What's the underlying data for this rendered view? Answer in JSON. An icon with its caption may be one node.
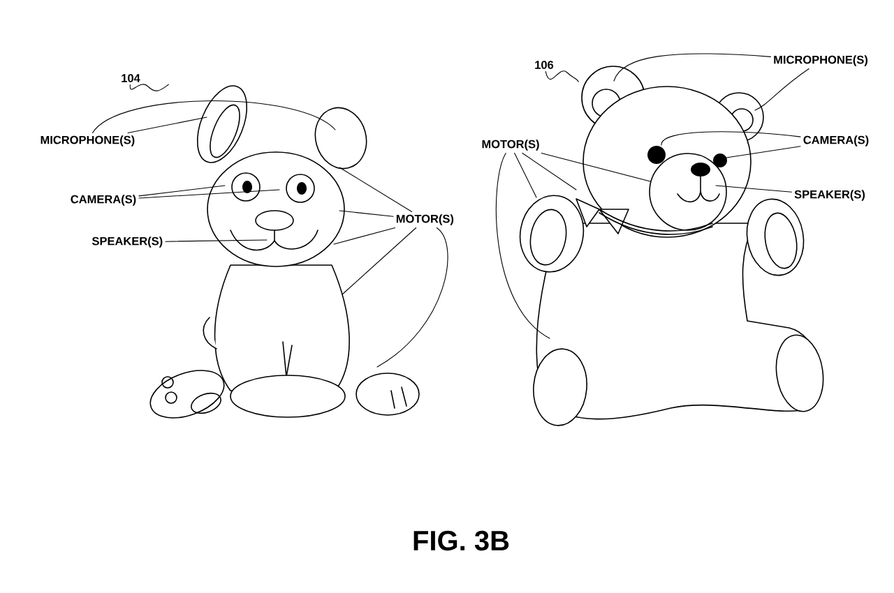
{
  "diagram": {
    "caption": "FIG. 3B",
    "nodes": [
      {
        "text": [
          "104"
        ]
      },
      {
        "text": [],
        "shape": "picture"
      },
      {
        "text": [
          "MICROPHONE(S)"
        ]
      },
      {
        "text": [
          "CAMERA(S)"
        ]
      },
      {
        "text": [
          "SPEAKER(S)"
        ]
      },
      {
        "text": [
          "MOTOR(S)"
        ]
      },
      {
        "text": [
          "106"
        ]
      },
      {
        "text": [],
        "shape": "picture"
      },
      {
        "text": [
          "MICROPHONE(S)"
        ]
      },
      {
        "text": [
          "CAMERA(S)"
        ]
      },
      {
        "text": [
          "SPEAKER(S)"
        ]
      },
      {
        "text": [
          "MOTOR(S)"
        ]
      }
    ],
    "edges": [
      {
        "from": 0,
        "to": 1,
        "arrow": "none"
      },
      {
        "from": 2,
        "to": 1,
        "arrow": "none"
      },
      {
        "from": 2,
        "to": 1,
        "arrow": "none"
      },
      {
        "from": 3,
        "to": 1,
        "arrow": "none"
      },
      {
        "from": 3,
        "to": 1,
        "arrow": "none"
      },
      {
        "from": 4,
        "to": 1,
        "arrow": "none"
      },
      {
        "from": 5,
        "to": 1,
        "arrow": "none"
      },
      {
        "from": 5,
        "to": 1,
        "arrow": "none"
      },
      {
        "from": 5,
        "to": 1,
        "arrow": "none"
      },
      {
        "from": 5,
        "to": 1,
        "arrow": "none"
      },
      {
        "from": 5,
        "to": 1,
        "arrow": "none"
      },
      {
        "from": 6,
        "to": 7,
        "arrow": "none"
      },
      {
        "from": 8,
        "to": 7,
        "arrow": "none"
      },
      {
        "from": 8,
        "to": 7,
        "arrow": "none"
      },
      {
        "from": 9,
        "to": 7,
        "arrow": "none"
      },
      {
        "from": 9,
        "to": 7,
        "arrow": "none"
      },
      {
        "from": 10,
        "to": 7,
        "arrow": "none"
      },
      {
        "from": 11,
        "to": 7,
        "arrow": "none"
      },
      {
        "from": 11,
        "to": 7,
        "arrow": "none"
      },
      {
        "from": 11,
        "to": 7,
        "arrow": "none"
      },
      {
        "from": 11,
        "to": 7,
        "arrow": "none"
      }
    ]
  }
}
